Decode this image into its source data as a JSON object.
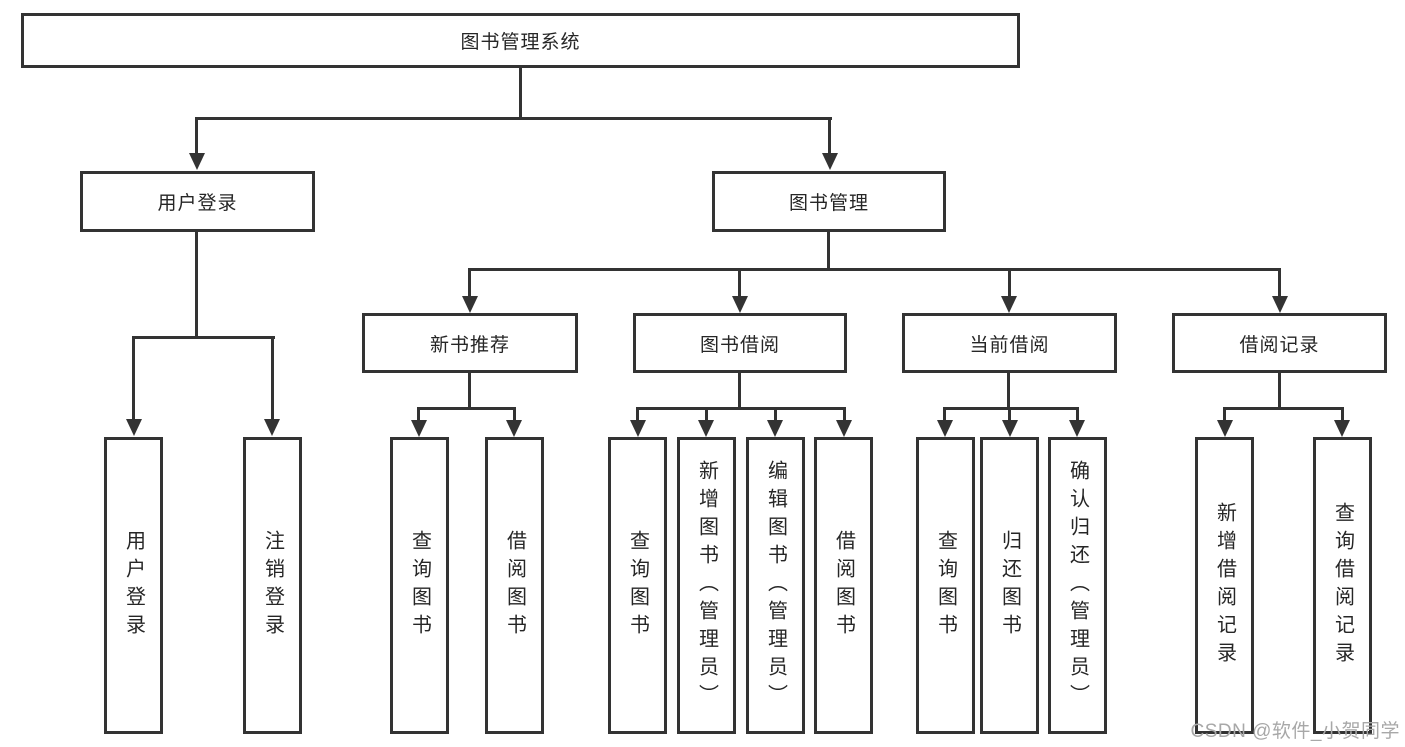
{
  "diagram_title": "图书管理系统",
  "colors": {
    "line": "#333333",
    "text": "#262626",
    "background": "#ffffff",
    "watermark": "#a8a8a8"
  },
  "tree": {
    "root": "图书管理系统",
    "children": [
      {
        "label": "用户登录",
        "children": [
          "用户登录",
          "注销登录"
        ]
      },
      {
        "label": "图书管理",
        "children": [
          {
            "label": "新书推荐",
            "children": [
              "查询图书",
              "借阅图书"
            ]
          },
          {
            "label": "图书借阅",
            "children": [
              "查询图书",
              "新增图书（管理员）",
              "编辑图书（管理员）",
              "借阅图书"
            ]
          },
          {
            "label": "当前借阅",
            "children": [
              "查询图书",
              "归还图书",
              "确认归还（管理员）"
            ]
          },
          {
            "label": "借阅记录",
            "children": [
              "新增借阅记录",
              "查询借阅记录"
            ]
          }
        ]
      }
    ]
  },
  "watermark": {
    "text": "CSDN @软件_小贺同学"
  }
}
